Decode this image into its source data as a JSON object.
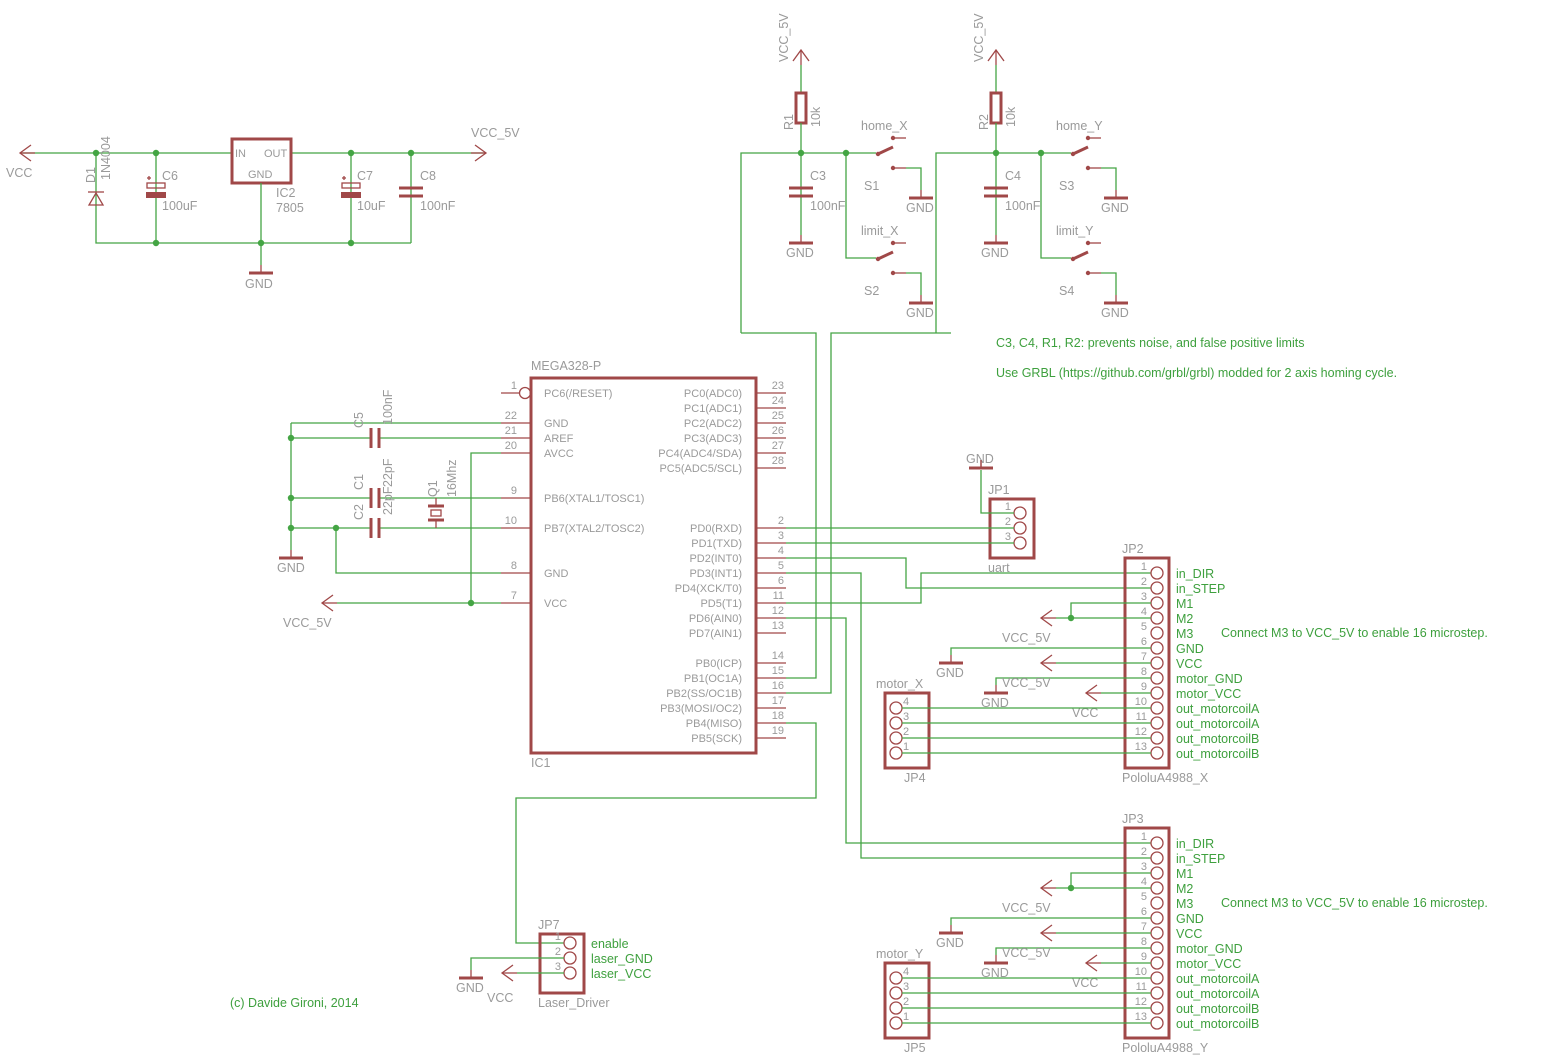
{
  "power": {
    "vcc": "VCC",
    "vcc_5v": "VCC_5V",
    "gnd": "GND",
    "d1": {
      "name": "D1",
      "value": "1N4004"
    },
    "c6": {
      "name": "C6",
      "value": "100uF"
    },
    "c7": {
      "name": "C7",
      "value": "10uF"
    },
    "c8": {
      "name": "C8",
      "value": "100nF"
    },
    "ic2": {
      "name": "IC2",
      "value": "7805",
      "pin_in": "IN",
      "pin_out": "OUT",
      "pin_gnd": "GND"
    }
  },
  "endstops": {
    "x": {
      "supply": "VCC_5V",
      "r": {
        "name": "R1",
        "value": "10k"
      },
      "c": {
        "name": "C3",
        "value": "100nF"
      },
      "home": {
        "name": "S1",
        "label": "home_X"
      },
      "limit": {
        "name": "S2",
        "label": "limit_X"
      },
      "gnd": "GND"
    },
    "y": {
      "supply": "VCC_5V",
      "r": {
        "name": "R2",
        "value": "10k"
      },
      "c": {
        "name": "C4",
        "value": "100nF"
      },
      "home": {
        "name": "S3",
        "label": "home_Y"
      },
      "limit": {
        "name": "S4",
        "label": "limit_Y"
      },
      "gnd": "GND"
    }
  },
  "notes": [
    "C3, C4, R1, R2: prevents noise, and false positive limits",
    "Use GRBL (https://github.com/grbl/grbl) modded for 2 axis homing cycle."
  ],
  "mcu": {
    "value": "MEGA328-P",
    "name": "IC1",
    "left_pins": [
      {
        "num": "1",
        "label": "PC6(/RESET)"
      },
      {
        "num": "22",
        "label": "GND"
      },
      {
        "num": "21",
        "label": "AREF"
      },
      {
        "num": "20",
        "label": "AVCC"
      },
      {
        "num": "9",
        "label": "PB6(XTAL1/TOSC1)"
      },
      {
        "num": "10",
        "label": "PB7(XTAL2/TOSC2)"
      },
      {
        "num": "8",
        "label": "GND"
      },
      {
        "num": "7",
        "label": "VCC"
      }
    ],
    "right_pins": [
      {
        "num": "23",
        "label": "PC0(ADC0)"
      },
      {
        "num": "24",
        "label": "PC1(ADC1)"
      },
      {
        "num": "25",
        "label": "PC2(ADC2)"
      },
      {
        "num": "26",
        "label": "PC3(ADC3)"
      },
      {
        "num": "27",
        "label": "PC4(ADC4/SDA)"
      },
      {
        "num": "28",
        "label": "PC5(ADC5/SCL)"
      },
      {
        "num": "2",
        "label": "PD0(RXD)"
      },
      {
        "num": "3",
        "label": "PD1(TXD)"
      },
      {
        "num": "4",
        "label": "PD2(INT0)"
      },
      {
        "num": "5",
        "label": "PD3(INT1)"
      },
      {
        "num": "6",
        "label": "PD4(XCK/T0)"
      },
      {
        "num": "11",
        "label": "PD5(T1)"
      },
      {
        "num": "12",
        "label": "PD6(AIN0)"
      },
      {
        "num": "13",
        "label": "PD7(AIN1)"
      },
      {
        "num": "14",
        "label": "PB0(ICP)"
      },
      {
        "num": "15",
        "label": "PB1(OC1A)"
      },
      {
        "num": "16",
        "label": "PB2(SS/OC1B)"
      },
      {
        "num": "17",
        "label": "PB3(MOSI/OC2)"
      },
      {
        "num": "18",
        "label": "PB4(MISO)"
      },
      {
        "num": "19",
        "label": "PB5(SCK)"
      }
    ]
  },
  "mcu_support": {
    "c5": {
      "name": "C5",
      "value": "100nF"
    },
    "c1": {
      "name": "C1",
      "value": "22pF"
    },
    "c2": {
      "name": "C2",
      "value": "22pF"
    },
    "q1": {
      "name": "Q1",
      "value": "16Mhz"
    },
    "gnd": "GND",
    "vcc_5v": "VCC_5V"
  },
  "uart": {
    "name": "JP1",
    "value": "uart",
    "gnd": "GND",
    "pins": [
      "1",
      "2",
      "3"
    ]
  },
  "drivers": [
    {
      "name": "JP2",
      "value": "PololuA4988_X",
      "pins": [
        {
          "num": "1",
          "label": "in_DIR"
        },
        {
          "num": "2",
          "label": "in_STEP"
        },
        {
          "num": "3",
          "label": "M1"
        },
        {
          "num": "4",
          "label": "M2"
        },
        {
          "num": "5",
          "label": "M3"
        },
        {
          "num": "6",
          "label": "GND"
        },
        {
          "num": "7",
          "label": "VCC"
        },
        {
          "num": "8",
          "label": "motor_GND"
        },
        {
          "num": "9",
          "label": "motor_VCC"
        },
        {
          "num": "10",
          "label": "out_motorcoilA"
        },
        {
          "num": "11",
          "label": "out_motorcoilA"
        },
        {
          "num": "12",
          "label": "out_motorcoilB"
        },
        {
          "num": "13",
          "label": "out_motorcoilB"
        }
      ],
      "note": "Connect M3 to VCC_5V to enable 16 microstep.",
      "vcc_5v_a": "VCC_5V",
      "vcc_5v_b": "VCC_5V",
      "gnd_a": "GND",
      "gnd_b": "GND",
      "vcc": "VCC",
      "motor": {
        "name": "JP4",
        "value": "motor_X",
        "pins": [
          "4",
          "3",
          "2",
          "1"
        ]
      }
    },
    {
      "name": "JP3",
      "value": "PololuA4988_Y",
      "pins": [
        {
          "num": "1",
          "label": "in_DIR"
        },
        {
          "num": "2",
          "label": "in_STEP"
        },
        {
          "num": "3",
          "label": "M1"
        },
        {
          "num": "4",
          "label": "M2"
        },
        {
          "num": "5",
          "label": "M3"
        },
        {
          "num": "6",
          "label": "GND"
        },
        {
          "num": "7",
          "label": "VCC"
        },
        {
          "num": "8",
          "label": "motor_GND"
        },
        {
          "num": "9",
          "label": "motor_VCC"
        },
        {
          "num": "10",
          "label": "out_motorcoilA"
        },
        {
          "num": "11",
          "label": "out_motorcoilA"
        },
        {
          "num": "12",
          "label": "out_motorcoilB"
        },
        {
          "num": "13",
          "label": "out_motorcoilB"
        }
      ],
      "note": "Connect M3 to VCC_5V to enable 16 microstep.",
      "vcc_5v_a": "VCC_5V",
      "vcc_5v_b": "VCC_5V",
      "gnd_a": "GND",
      "gnd_b": "GND",
      "vcc": "VCC",
      "motor": {
        "name": "JP5",
        "value": "motor_Y",
        "pins": [
          "4",
          "3",
          "2",
          "1"
        ]
      }
    }
  ],
  "laser": {
    "name": "JP7",
    "value": "Laser_Driver",
    "pins": [
      {
        "num": "1",
        "label": "enable"
      },
      {
        "num": "2",
        "label": "laser_GND"
      },
      {
        "num": "3",
        "label": "laser_VCC"
      }
    ],
    "gnd": "GND",
    "vcc": "VCC"
  },
  "credit": "(c) Davide Gironi, 2014",
  "colors": {
    "wire": "#44a544",
    "part": "#a04848",
    "text": "#9a9a9a",
    "note": "#3ea03e",
    "background": "#ffffff"
  }
}
